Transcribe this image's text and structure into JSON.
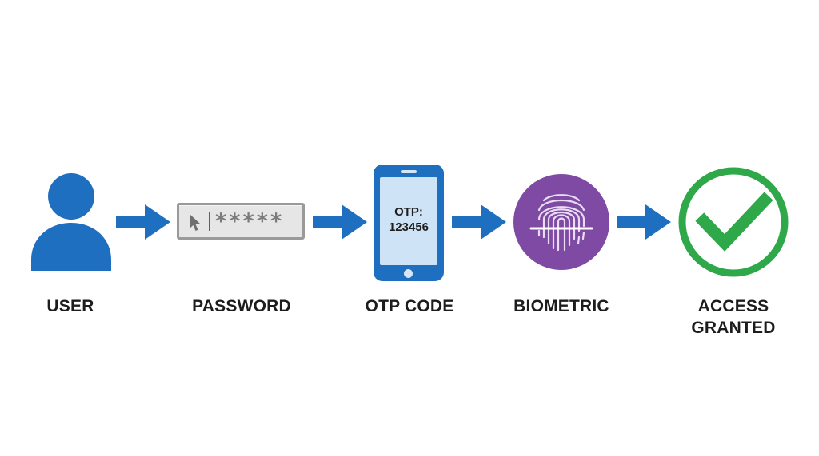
{
  "title": "",
  "colors": {
    "blue": "#1f6fc0",
    "purple": "#7e4aa3",
    "green": "#2fa84a",
    "label_text": "#1c1c1c",
    "field_gray": "#e6e6e6"
  },
  "steps": [
    {
      "id": "user",
      "label": "USER",
      "icon": "user-icon"
    },
    {
      "id": "password",
      "label": "PASSWORD",
      "icon": "cursor-arrow-icon",
      "mask": "*****"
    },
    {
      "id": "otp",
      "label": "OTP CODE",
      "icon": "smartphone-icon",
      "screen_line1": "OTP:",
      "screen_line2": "123456"
    },
    {
      "id": "biometric",
      "label": "BIOMETRIC",
      "icon": "fingerprint-icon"
    },
    {
      "id": "access",
      "label": "ACCESS\nGRANTED",
      "icon": "checkmark-icon"
    }
  ],
  "arrows": [
    "arrow-right-icon",
    "arrow-right-icon",
    "arrow-right-icon",
    "arrow-right-icon"
  ]
}
